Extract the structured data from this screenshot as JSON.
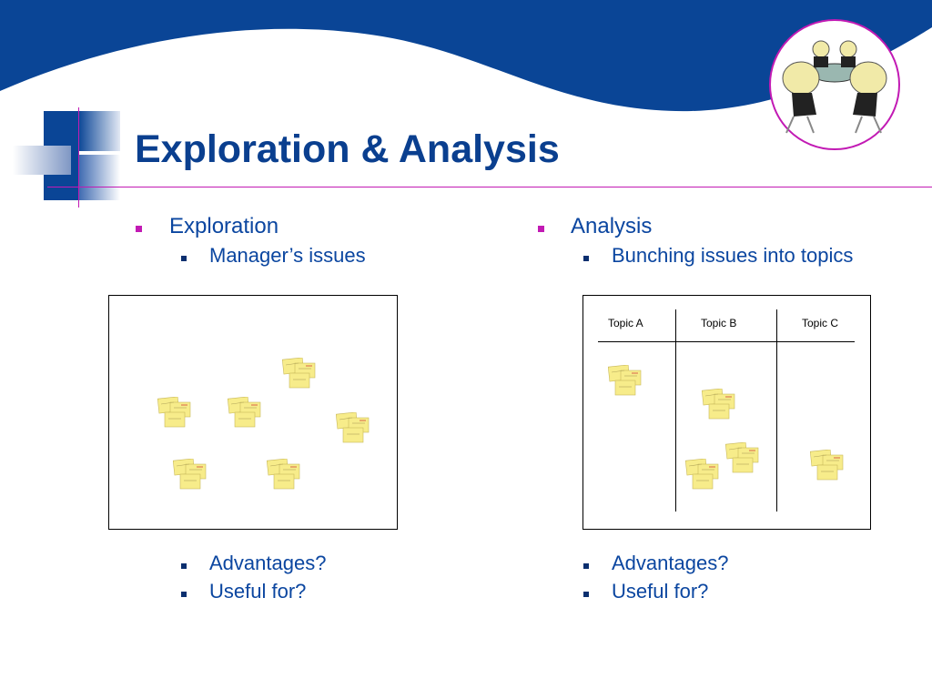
{
  "slide": {
    "title": "Exploration & Analysis",
    "left_column": {
      "heading": "Exploration",
      "subitem": "Manager’s issues",
      "questions": [
        "Advantages?",
        "Useful for?"
      ]
    },
    "right_column": {
      "heading": "Analysis",
      "subitem": "Bunching issues into topics",
      "topics": [
        "Topic A",
        "Topic B",
        "Topic C"
      ],
      "questions": [
        "Advantages?",
        "Useful for?"
      ]
    }
  },
  "colors": {
    "primary_blue": "#0a3f8f",
    "bullet_magenta": "#c21ab4",
    "note_yellow": "#f7ec8a"
  },
  "icons": [
    "lightbulb-meeting-clipart-icon",
    "sticky-note-icon"
  ]
}
